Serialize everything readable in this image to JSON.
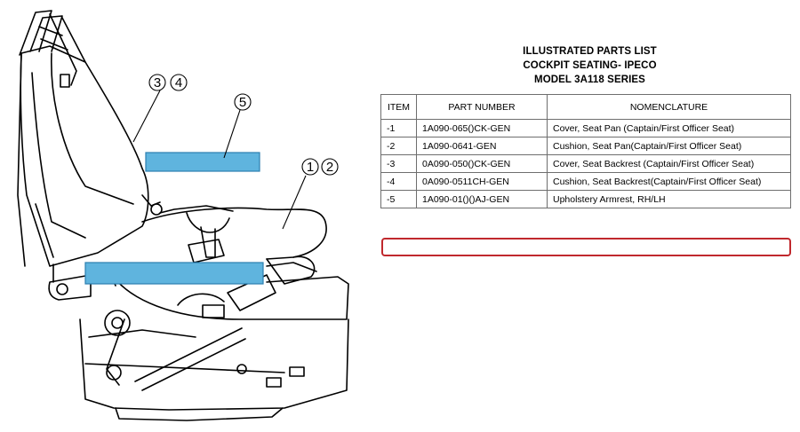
{
  "callouts": {
    "backrest": [
      "3",
      "4"
    ],
    "armrest": "5",
    "seatpan": [
      "1",
      "2"
    ]
  },
  "highlight_color": "#c0282d",
  "armrest_color": "#5fb4de",
  "parts_list": {
    "title_lines": [
      "ILLUSTRATED PARTS LIST",
      "COCKPIT SEATING- IPECO",
      "MODEL 3A118 SERIES"
    ],
    "headers": {
      "item": "ITEM",
      "part_number": "PART NUMBER",
      "nomenclature": "NOMENCLATURE"
    },
    "rows": [
      {
        "item": "-1",
        "part_number": "1A090-065()CK-GEN",
        "nomenclature": "Cover, Seat Pan (Captain/First Officer Seat)"
      },
      {
        "item": "-2",
        "part_number": "1A090-0641-GEN",
        "nomenclature": "Cushion, Seat Pan(Captain/First Officer Seat)"
      },
      {
        "item": "-3",
        "part_number": "0A090-050()CK-GEN",
        "nomenclature": "Cover, Seat Backrest (Captain/First Officer Seat)"
      },
      {
        "item": "-4",
        "part_number": "0A090-0511CH-GEN",
        "nomenclature": "Cushion, Seat Backrest(Captain/First Officer Seat)"
      },
      {
        "item": "-5",
        "part_number": "1A090-01()()AJ-GEN",
        "nomenclature": "Upholstery Armrest, RH/LH"
      }
    ]
  }
}
